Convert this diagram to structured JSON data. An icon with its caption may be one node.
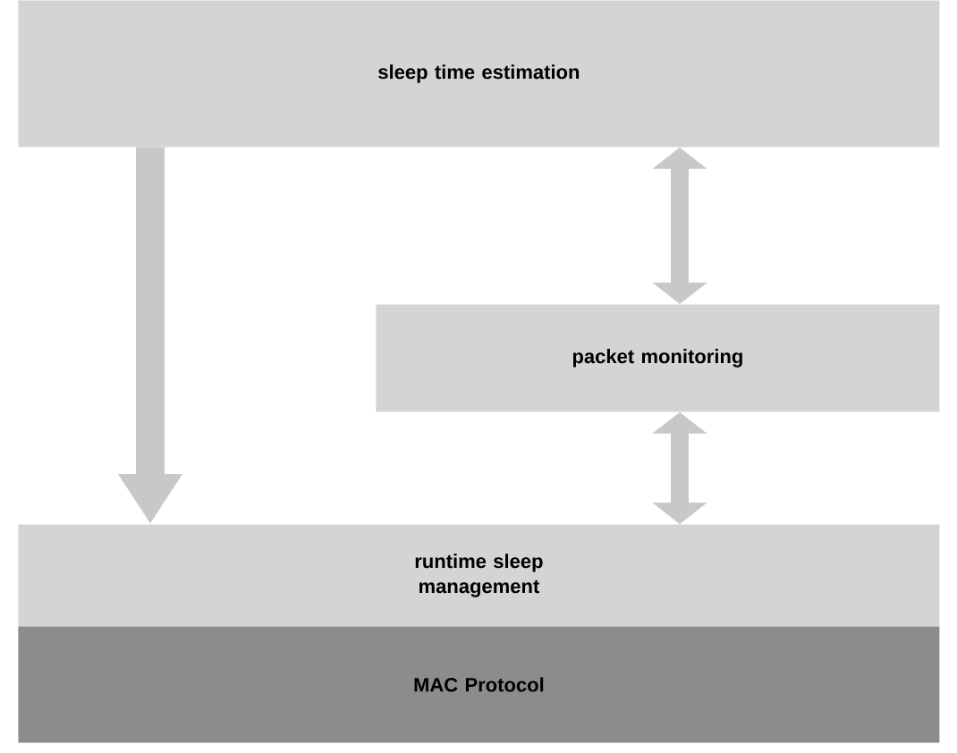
{
  "diagram": {
    "nodes": [
      {
        "text": [
          "sleep time estimation"
        ]
      },
      {
        "text": [
          "packet monitoring"
        ]
      },
      {
        "text": [
          "runtime sleep management"
        ]
      },
      {
        "text": [
          "MAC Protocol"
        ]
      }
    ],
    "edges": [
      {
        "from": 0,
        "to": 2,
        "arrow": "to"
      },
      {
        "from": 0,
        "to": 1,
        "arrow": "both"
      },
      {
        "from": 1,
        "to": 2,
        "arrow": "both"
      }
    ]
  }
}
